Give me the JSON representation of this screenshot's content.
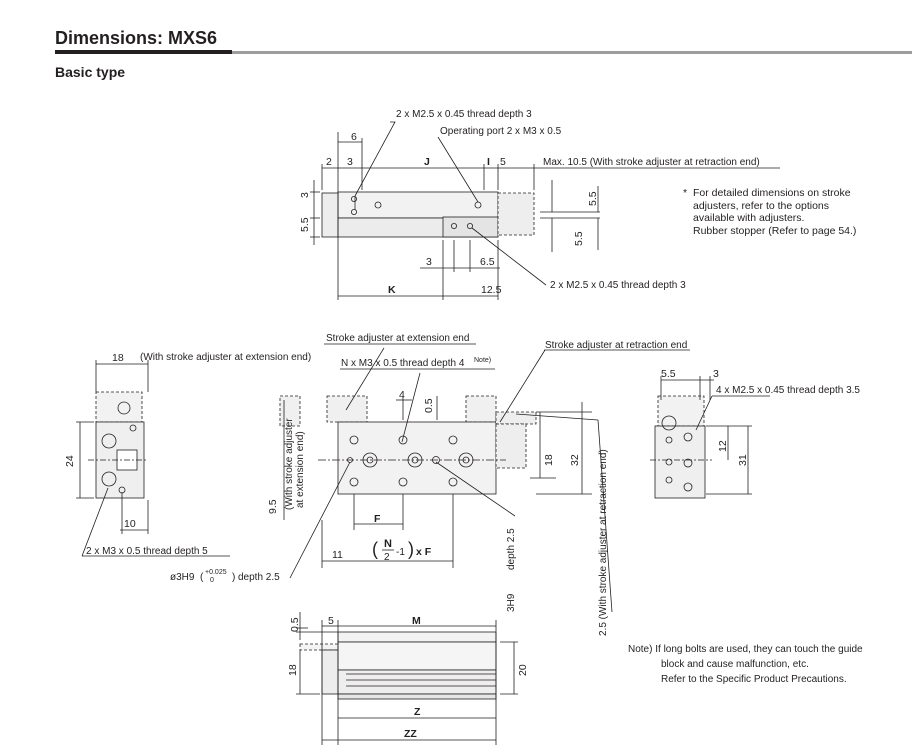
{
  "header": {
    "title": "Dimensions: MXS6",
    "subtitle": "Basic type"
  },
  "callouts": {
    "thread_top": "2 x M2.5 x 0.45 thread depth 3",
    "operating_port": "Operating port 2 x M3 x 0.5",
    "max_retraction": "Max. 10.5 (With stroke adjuster at retraction end)",
    "thread_bottom": "2 x M2.5 x 0.45 thread depth 3",
    "stroke_ext": "Stroke adjuster at extension end",
    "stroke_ret": "Stroke adjuster at retraction end",
    "n_thread": "N x M3 x 0.5 thread depth 4",
    "n_thread_note": "Note)",
    "with_ext_18": "(With stroke adjuster at extension end)",
    "side_thread": "4 x M2.5 x 0.45 thread depth 3.5",
    "left_thread": "2 x M3 x 0.5 thread depth 5",
    "pin_hole": "ø3H9",
    "pin_hole_tol_upper": "+0.025",
    "pin_hole_tol_lower": "0",
    "pin_hole_depth": "depth 2.5",
    "slot_3h9": "3H9",
    "slot_depth": "depth 2.5",
    "vertical_ext_1": "(With stroke adjuster",
    "vertical_ext_2": "at extension end)",
    "vertical_ret": "2.5 (With stroke adjuster at retraction end)",
    "formula_n": "N",
    "formula_2": "2",
    "formula_minus1": "-1",
    "formula_xf": "x F"
  },
  "dims": {
    "d6": "6",
    "d2": "2",
    "d3": "3",
    "J": "J",
    "I": "I",
    "d5": "5",
    "d3_left": "3",
    "d55_left": "5.5",
    "d55_right_top": "5.5",
    "d55_right_bot": "5.5",
    "d3_bot": "3",
    "d65": "6.5",
    "K": "K",
    "d125": "12.5",
    "d18_left": "18",
    "d24": "24",
    "d10": "10",
    "d4": "4",
    "d05": "0.5",
    "d18_mid": "18",
    "d32": "32",
    "d95": "9.5",
    "F": "F",
    "d11": "11",
    "d55_side": "5.5",
    "d3_side": "3",
    "d12": "12",
    "d31": "31",
    "d05_front": "0.5",
    "d5_front": "5",
    "M": "M",
    "d18_front": "18",
    "d20": "20",
    "Z": "Z",
    "ZZ": "ZZ"
  },
  "notes": {
    "star_mark": "*",
    "star_lines": [
      "For detailed dimensions on stroke",
      "adjusters, refer to the options",
      "available with adjusters.",
      "Rubber stopper (Refer to page 54.)"
    ],
    "note_lines": [
      "Note) If long bolts are used, they can touch the guide",
      "block and cause malfunction, etc.",
      "Refer to the Specific Product Precautions."
    ]
  }
}
